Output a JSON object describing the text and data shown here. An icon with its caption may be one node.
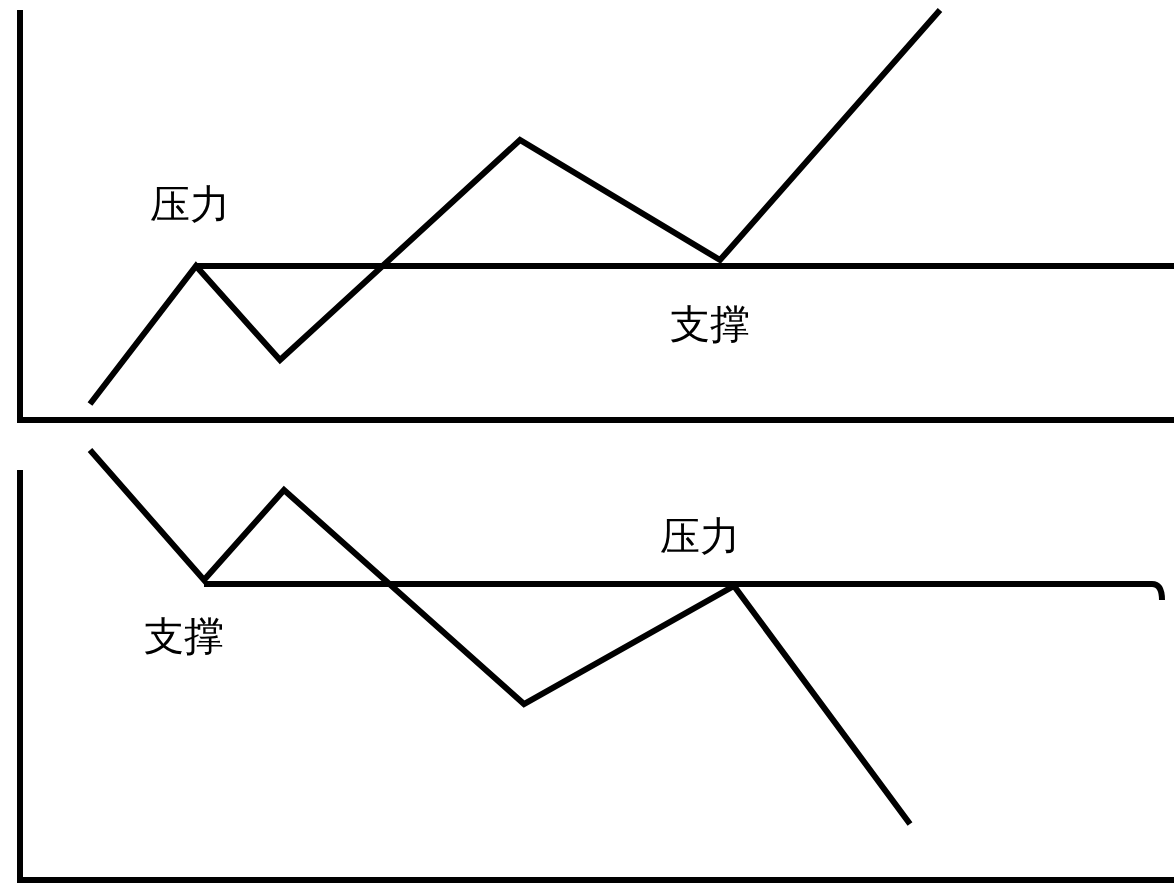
{
  "diagram": {
    "labels": [
      "压力",
      "支撑",
      "压力",
      "支撑"
    ]
  }
}
